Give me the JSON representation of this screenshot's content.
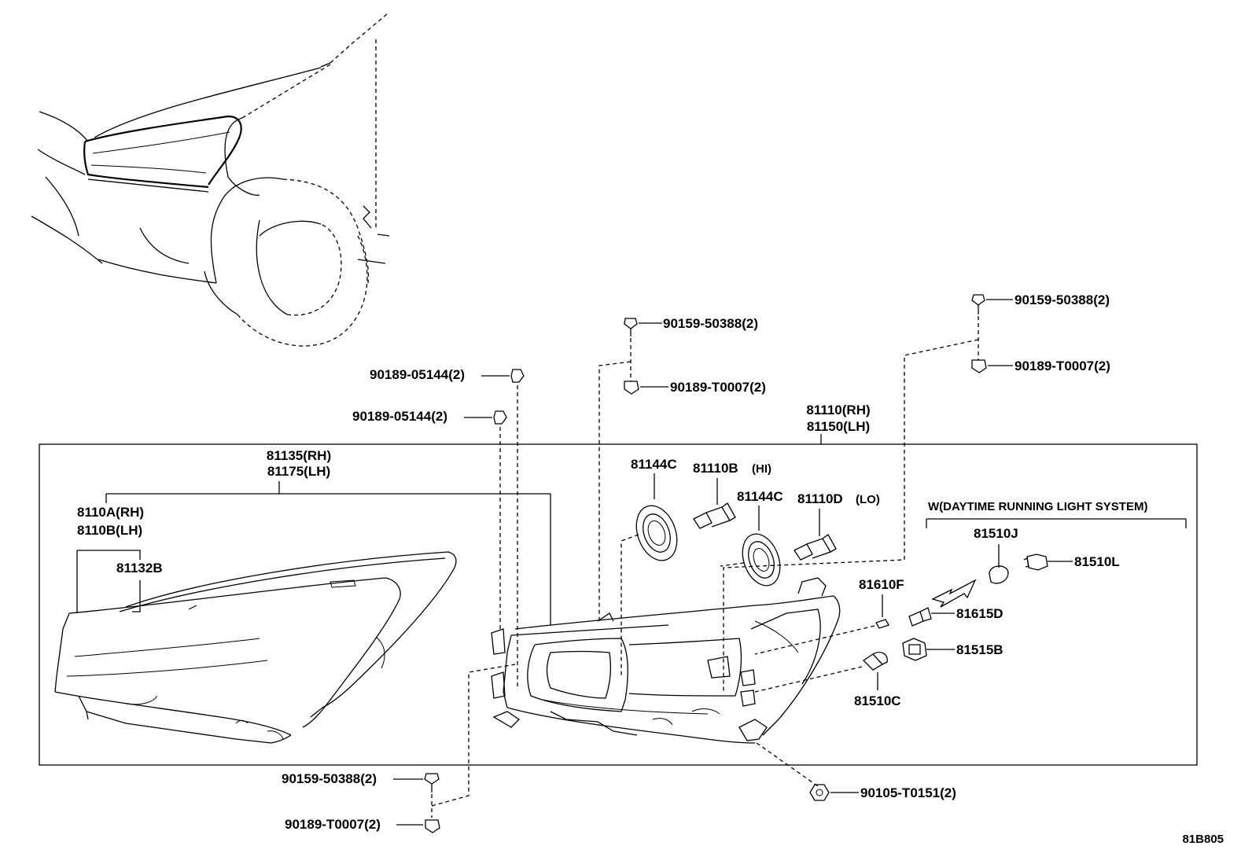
{
  "diagram_code": "81B805",
  "frame_title": [
    "81110(RH)",
    "81150(LH)"
  ],
  "lens_assembly": [
    "81135(RH)",
    "81175(LH)"
  ],
  "lens_sub": [
    "8110A(RH)",
    "8110B(LH)"
  ],
  "part_81132B": "81132B",
  "socket_left": "81144C",
  "bulb_hi": {
    "code": "81110B",
    "tag": "(HI)"
  },
  "socket_right": "81144C",
  "bulb_lo": {
    "code": "81110D",
    "tag": "(LO)"
  },
  "drl_title": "W(DAYTIME RUNNING LIGHT SYSTEM)",
  "drl_parts": [
    "81510J",
    "81510L",
    "81615D",
    "81515B",
    "81510C"
  ],
  "part_81610F": "81610F",
  "fasteners": {
    "clip_a": "90189-05144(2)",
    "clip_b": "90189-05144(2)",
    "screw_top_mid": "90159-50388(2)",
    "nut_top_mid": "90189-T0007(2)",
    "screw_top_right": "90159-50388(2)",
    "nut_top_right": "90189-T0007(2)",
    "screw_bottom": "90159-50388(2)",
    "nut_bottom": "90189-T0007(2)",
    "bolt_bottom_right": "90105-T0151(2)"
  }
}
